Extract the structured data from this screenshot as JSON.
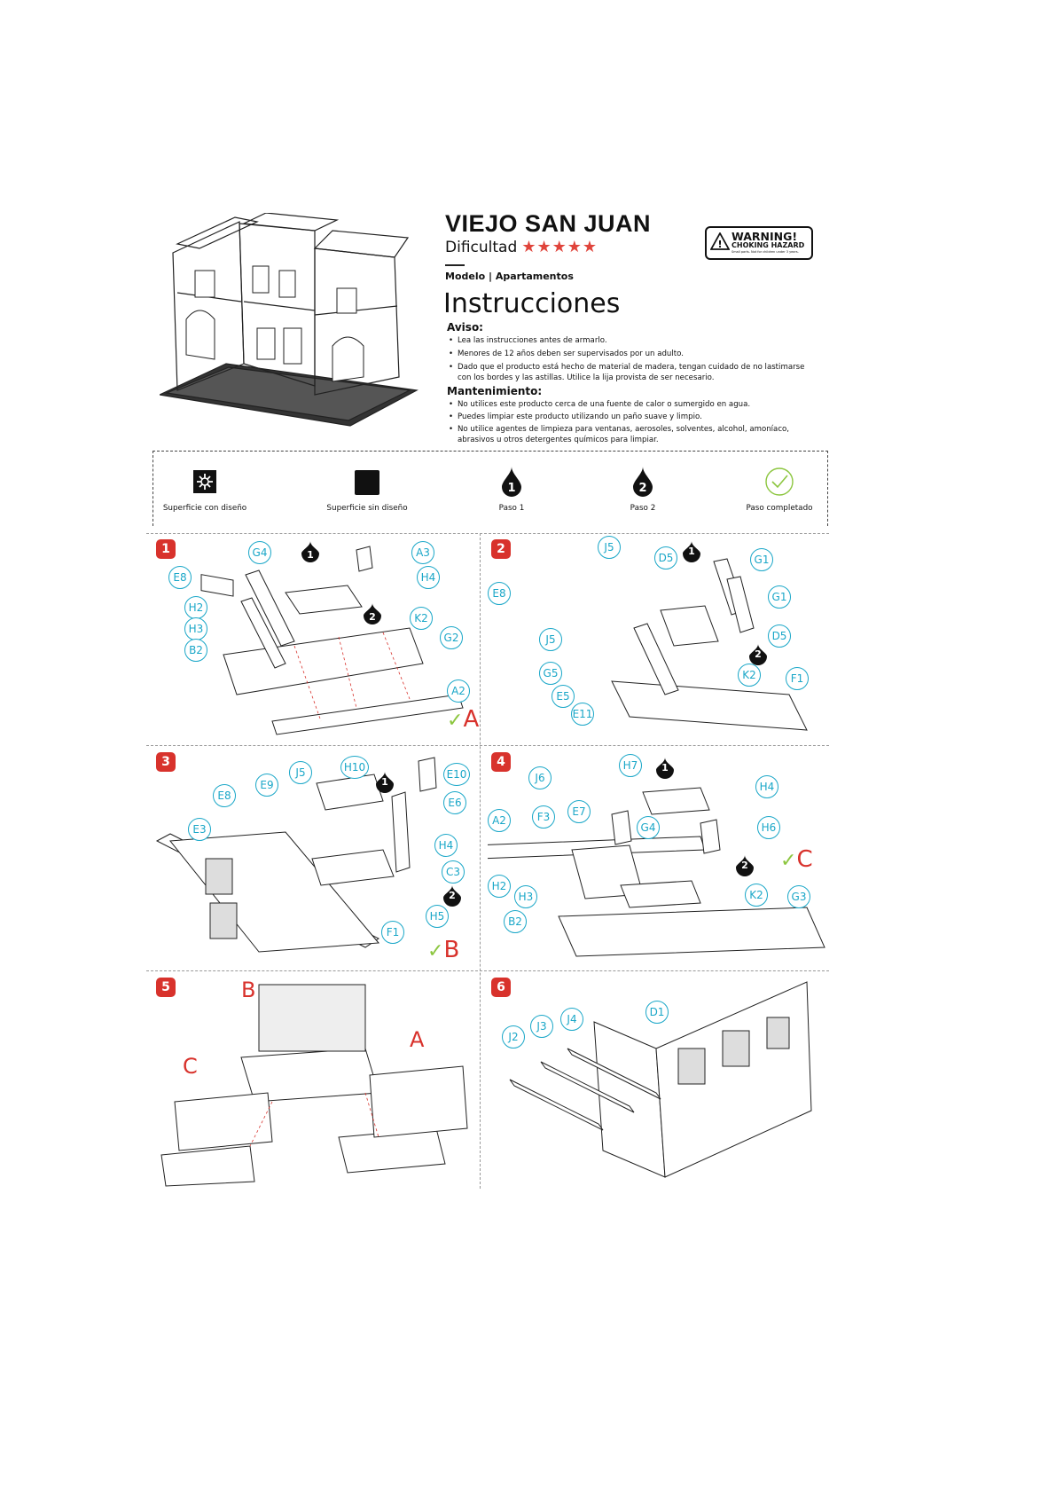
{
  "header": {
    "title": "VIEJO SAN JUAN",
    "difficulty_label": "Dificultad",
    "difficulty_stars": "★★★★★",
    "model": "Modelo | Apartamentos",
    "instructions_heading": "Instrucciones"
  },
  "warning": {
    "title": "WARNING!",
    "subtitle": "CHOKING HAZARD",
    "fine": "Small parts. Not for children under 3 years."
  },
  "aviso": {
    "heading": "Aviso:",
    "items": [
      "Lea las instrucciones antes de armarlo.",
      "Menores de 12 años deben ser supervisados por un adulto.",
      "Dado que el producto está hecho de material de madera, tengan cuidado de no lastimarse con los bordes y las astillas. Utilice la lija provista de ser necesario."
    ]
  },
  "mantenimiento": {
    "heading": "Mantenimiento:",
    "items": [
      "No utilices este producto cerca de una fuente de calor o sumergido en agua.",
      "Puedes limpiar este producto utilizando un paño suave y limpio.",
      "No utilice agentes de limpieza para ventanas, aerosoles, solventes, alcohol, amoníaco, abrasivos u otros detergentes químicos para limpiar."
    ]
  },
  "legend": [
    {
      "icon": "designed-surface-icon",
      "label": "Superficie con diseño"
    },
    {
      "icon": "plain-surface-icon",
      "label": "Superficie sin diseño"
    },
    {
      "icon": "step-1-icon",
      "label": "Paso 1"
    },
    {
      "icon": "step-2-icon",
      "label": "Paso 2"
    },
    {
      "icon": "check-icon",
      "label": "Paso completado"
    }
  ],
  "steps": {
    "s1": {
      "num": "1",
      "parts": [
        "G4",
        "A3",
        "E8",
        "H4",
        "H2",
        "K2",
        "H3",
        "G2",
        "B2",
        "A2"
      ],
      "done": "A"
    },
    "s2": {
      "num": "2",
      "parts": [
        "J5",
        "D5",
        "G1",
        "G1",
        "E8",
        "J5",
        "D5",
        "G5",
        "K2",
        "F1",
        "E5",
        "E11"
      ]
    },
    "s3": {
      "num": "3",
      "parts": [
        "J5",
        "H10",
        "E10",
        "E8",
        "E9",
        "E6",
        "E3",
        "H4",
        "C3",
        "H5",
        "F1"
      ],
      "done": "B"
    },
    "s4": {
      "num": "4",
      "parts": [
        "H7",
        "J6",
        "H4",
        "E7",
        "A2",
        "F3",
        "G4",
        "H6",
        "H2",
        "H3",
        "K2",
        "G3",
        "B2"
      ],
      "done": "C"
    },
    "s5": {
      "num": "5",
      "labels": [
        "B",
        "A",
        "C"
      ]
    },
    "s6": {
      "num": "6",
      "parts": [
        "D1",
        "J4",
        "J3",
        "J2"
      ]
    }
  },
  "accent": "#d8322c",
  "bubble_color": "#1aa7c8"
}
